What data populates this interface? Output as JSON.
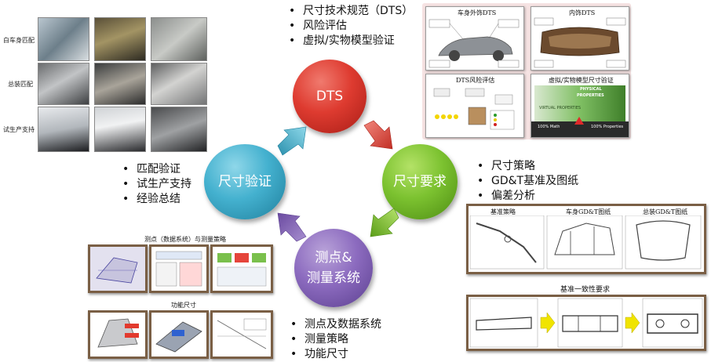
{
  "cycle": {
    "dts": {
      "label": "DTS"
    },
    "requirement": {
      "label": "尺寸要求"
    },
    "measurement": {
      "line1": "测点&",
      "line2": "测量系统"
    },
    "verification": {
      "label": "尺寸验证"
    }
  },
  "bullets": {
    "dts": [
      "尺寸技术规范（DTS）",
      "风险评估",
      "虚拟/实物模型验证"
    ],
    "requirement": [
      "尺寸策略",
      "GD&T基准及图纸",
      "偏差分析"
    ],
    "measurement": [
      "测点及数据系统",
      "测量策略",
      "功能尺寸"
    ],
    "verification": [
      "匹配验证",
      "试生产支持",
      "经验总结"
    ]
  },
  "photo_grid": {
    "rows": [
      "白车身匹配",
      "总装匹配",
      "试生产支持"
    ]
  },
  "dts_panels": {
    "top_left": "车身外饰DTS",
    "top_right": "内饰DTS",
    "bottom_left": "DTS风险评估",
    "bottom_right": "虚拟/实物模型尺寸验证",
    "physical": "PHYSICAL",
    "properties": "PROPERTIES",
    "virtual": "VIRTUAL PROPERTIES",
    "math": "100% Math",
    "props": "100% Properties"
  },
  "req_panels": {
    "strategy": "基准策略",
    "body_gdt": "车身GD&T图纸",
    "assembly_gdt": "总装GD&T图纸",
    "consistency": "基准一致性要求"
  },
  "meas_panels": {
    "system": "测点（数据系统）与测量策略",
    "functional": "功能尺寸"
  },
  "colors": {
    "dts": "#de3b30",
    "requirement": "#7cc230",
    "measurement": "#8c6bbf",
    "verification": "#44b1cf",
    "arrow_yellow": "#f0e400"
  }
}
